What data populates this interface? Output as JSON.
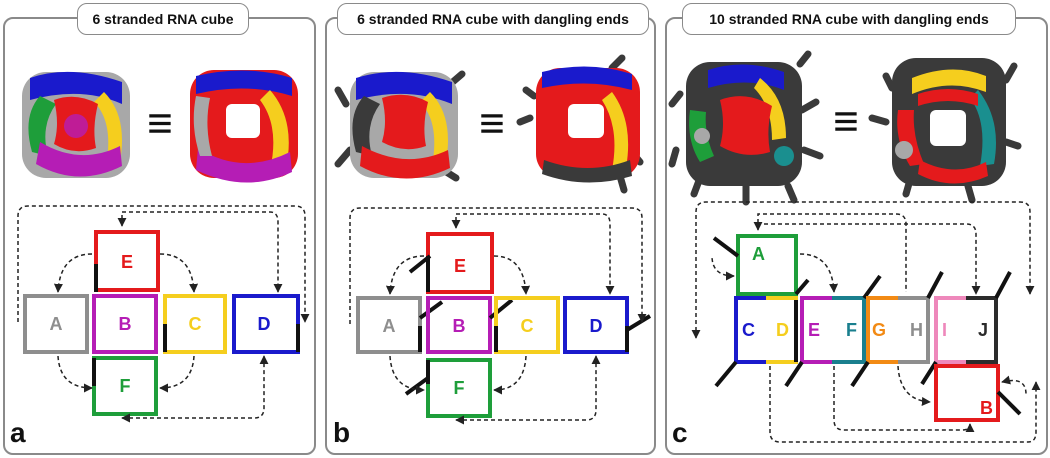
{
  "panels": [
    {
      "title": "6 stranded RNA cube",
      "label": "a"
    },
    {
      "title": "6 stranded RNA cube with dangling ends",
      "label": "b"
    },
    {
      "title": "10 stranded RNA cube with dangling ends",
      "label": "c"
    }
  ],
  "equals_symbol": "≡",
  "colors": {
    "red": "#e41a1c",
    "blue": "#1a1acc",
    "yellow": "#f5ce1e",
    "magenta": "#b51db5",
    "green": "#1e9e3a",
    "gray": "#8e8e8e",
    "teal": "#1a7f8e",
    "orange": "#f28a14",
    "pink": "#ee88bb",
    "dark": "#2b2b2b"
  },
  "strands_6": [
    {
      "letter": "A",
      "color": "gray"
    },
    {
      "letter": "B",
      "color": "magenta"
    },
    {
      "letter": "C",
      "color": "yellow"
    },
    {
      "letter": "D",
      "color": "blue"
    },
    {
      "letter": "E",
      "color": "red"
    },
    {
      "letter": "F",
      "color": "green"
    }
  ],
  "strands_10": [
    {
      "letter": "A",
      "color": "green"
    },
    {
      "letter": "B",
      "color": "red"
    },
    {
      "letter": "C",
      "color": "blue"
    },
    {
      "letter": "D",
      "color": "yellow"
    },
    {
      "letter": "E",
      "color": "magenta"
    },
    {
      "letter": "F",
      "color": "teal"
    },
    {
      "letter": "G",
      "color": "orange"
    },
    {
      "letter": "H",
      "color": "gray"
    },
    {
      "letter": "I",
      "color": "pink"
    },
    {
      "letter": "J",
      "color": "dark"
    }
  ]
}
